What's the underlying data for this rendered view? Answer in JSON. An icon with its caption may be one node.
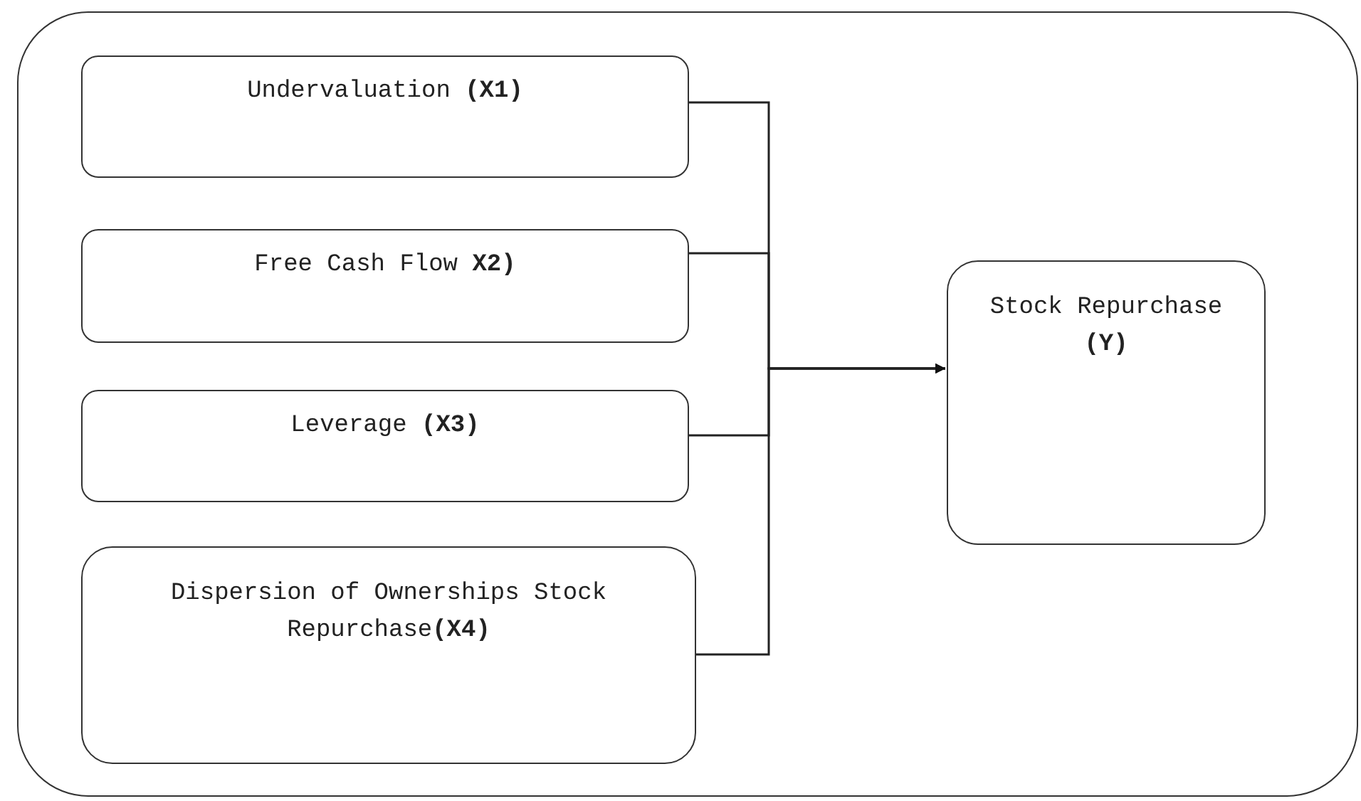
{
  "diagram": {
    "nodes": [
      {
        "text": [],
        "shape": "box"
      },
      {
        "text": [
          "Undervaluation **(X1)**"
        ],
        "in": 0
      },
      {
        "text": [
          "Free Cash Flow **X2)**"
        ],
        "in": 0
      },
      {
        "text": [
          "Leverage **(X3)**"
        ],
        "in": 0
      },
      {
        "text": [
          "Dispersion of Ownerships Stock Repurchase**(X4)**"
        ],
        "in": 0
      },
      {
        "text": [
          "Stock Repurchase **(Y)**"
        ],
        "in": 0
      }
    ],
    "edges": [
      {
        "from": 1,
        "to": 5,
        "arrow": "to"
      },
      {
        "from": 2,
        "to": 5,
        "arrow": "to"
      },
      {
        "from": 3,
        "to": 5,
        "arrow": "to"
      },
      {
        "from": 4,
        "to": 5,
        "arrow": "to"
      }
    ]
  }
}
